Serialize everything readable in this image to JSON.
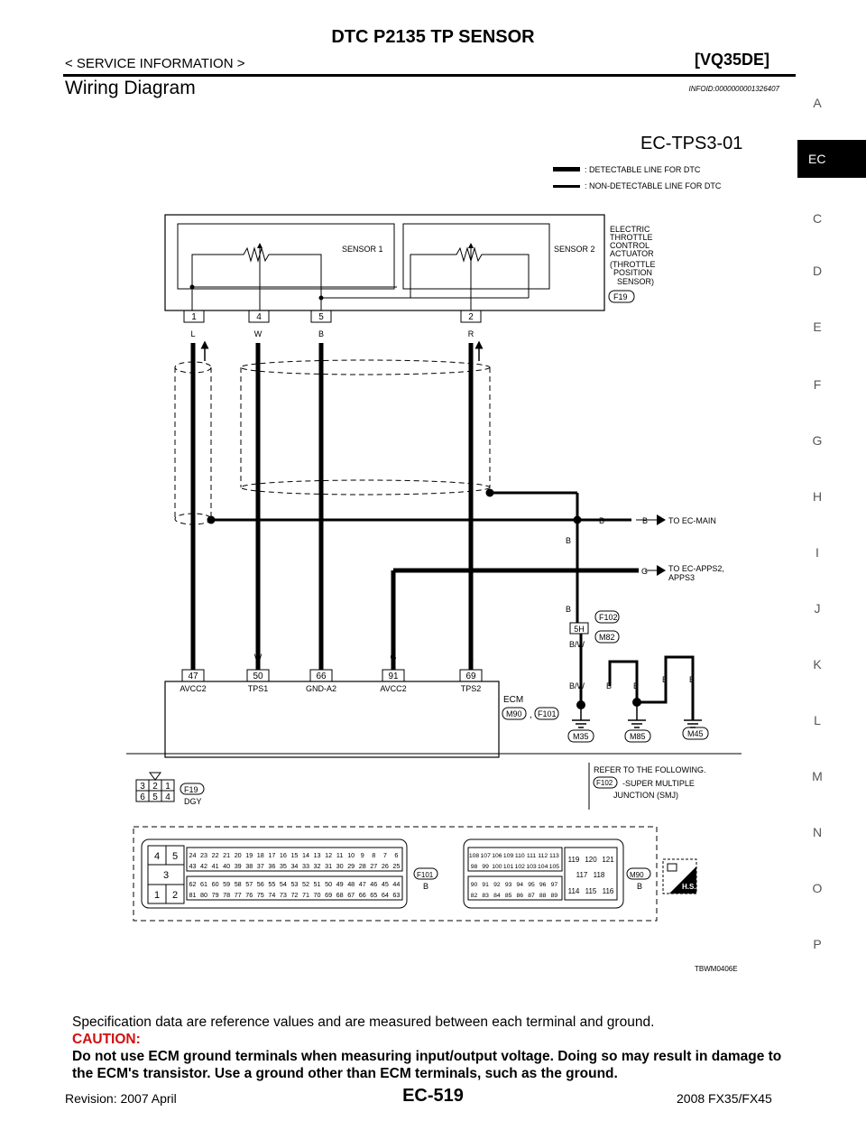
{
  "header": {
    "title": "DTC P2135 TP SENSOR",
    "subtitle": "< SERVICE INFORMATION >",
    "engine": "[VQ35DE]",
    "section_title": "Wiring Diagram",
    "info_id": "INFOID:0000000001326407"
  },
  "sidebar": {
    "letters": [
      "A",
      "EC",
      "C",
      "D",
      "E",
      "F",
      "G",
      "H",
      "I",
      "J",
      "K",
      "L",
      "M",
      "N",
      "O",
      "P"
    ],
    "active": "EC"
  },
  "diagram": {
    "id": "EC-TPS3-01",
    "legend_detectable": ": DETECTABLE LINE FOR DTC",
    "legend_nondetectable": ": NON-DETECTABLE LINE FOR DTC",
    "actuator_label": [
      "ELECTRIC",
      "THROTTLE",
      "CONTROL",
      "ACTUATOR",
      "(THROTTLE",
      "POSITION",
      "SENSOR)"
    ],
    "actuator_connector": "F19",
    "sensor1": "SENSOR 1",
    "sensor2": "SENSOR 2",
    "top_pins": [
      "1",
      "4",
      "5",
      "2"
    ],
    "top_colors": [
      "L",
      "W",
      "B",
      "R"
    ],
    "bottom_colors": [
      "L",
      "W",
      "B",
      "G",
      "R"
    ],
    "ecm_pins": [
      "47",
      "50",
      "66",
      "91",
      "69"
    ],
    "ecm_names": [
      "AVCC2",
      "TPS1",
      "GND-A2",
      "AVCC2",
      "TPS2"
    ],
    "ecm_label": "ECM",
    "ecm_connector_1": "M90",
    "ecm_connector_sep": ",",
    "ecm_connector_2": "F101",
    "to_main_color_a": "B",
    "to_main_color_b": "B",
    "to_main": "TO EC-MAIN",
    "b_below_junction": "B",
    "to_apps_color": "G",
    "to_apps_1": "TO EC-APPS2,",
    "to_apps_2": "APPS3",
    "b_above_smj": "B",
    "smj_connector": "F102",
    "smj_pin": "5H",
    "smj_wire_1": "B/W",
    "smj_connector_2": "M82",
    "smj_wire_2": "B/W",
    "ground_colors": [
      "B",
      "B",
      "B",
      "B"
    ],
    "grounds": [
      "M35",
      "M85",
      "M45"
    ],
    "refer_1": "REFER TO THE FOLLOWING.",
    "refer_conn": "F102",
    "refer_2": "-SUPER MULTIPLE",
    "refer_3": "JUNCTION (SMJ)",
    "f19_pins_top": [
      "3",
      "2",
      "1"
    ],
    "f19_pins_bottom": [
      "6",
      "5",
      "4"
    ],
    "f19_label": "F19",
    "f19_color": "DGY",
    "f101_left": [
      "4",
      "5",
      "3",
      "1",
      "2"
    ],
    "f101_row1": [
      "24",
      "23",
      "22",
      "21",
      "20",
      "19",
      "18",
      "17",
      "16",
      "15",
      "14",
      "13",
      "12",
      "11",
      "10",
      "9",
      "8",
      "7",
      "6"
    ],
    "f101_row2": [
      "43",
      "42",
      "41",
      "40",
      "39",
      "38",
      "37",
      "36",
      "35",
      "34",
      "33",
      "32",
      "31",
      "30",
      "29",
      "28",
      "27",
      "26",
      "25"
    ],
    "f101_row3": [
      "62",
      "61",
      "60",
      "59",
      "58",
      "57",
      "56",
      "55",
      "54",
      "53",
      "52",
      "51",
      "50",
      "49",
      "48",
      "47",
      "46",
      "45",
      "44"
    ],
    "f101_row4": [
      "81",
      "80",
      "79",
      "78",
      "77",
      "76",
      "75",
      "74",
      "73",
      "72",
      "71",
      "70",
      "69",
      "68",
      "67",
      "66",
      "65",
      "64",
      "63"
    ],
    "f101_label": "F101",
    "f101_color": "B",
    "m90_row1": [
      "108",
      "107",
      "106",
      "109",
      "110",
      "111",
      "112",
      "113"
    ],
    "m90_row2": [
      "98",
      "99",
      "100",
      "101",
      "102",
      "103",
      "104",
      "105"
    ],
    "m90_row3": [
      "90",
      "91",
      "92",
      "93",
      "94",
      "95",
      "96",
      "97"
    ],
    "m90_row4": [
      "82",
      "83",
      "84",
      "85",
      "86",
      "87",
      "88",
      "89"
    ],
    "m90_right_top": [
      "119",
      "120",
      "121"
    ],
    "m90_right_mid": [
      "117",
      "118"
    ],
    "m90_right_bot": [
      "114",
      "115",
      "116"
    ],
    "m90_label": "M90",
    "m90_color": "B",
    "hs_label": "H.S.",
    "figure_code": "TBWM0406E"
  },
  "body": {
    "spec_line": "Specification data are reference values and are measured between each terminal and ground.",
    "caution_label": "CAUTION:",
    "caution_text": "Do not use ECM ground terminals when measuring input/output voltage. Doing so may result in damage to the ECM's transistor. Use a ground other than ECM terminals, such as the ground."
  },
  "footer": {
    "revision": "Revision: 2007 April",
    "page": "EC-519",
    "model": "2008 FX35/FX45"
  }
}
